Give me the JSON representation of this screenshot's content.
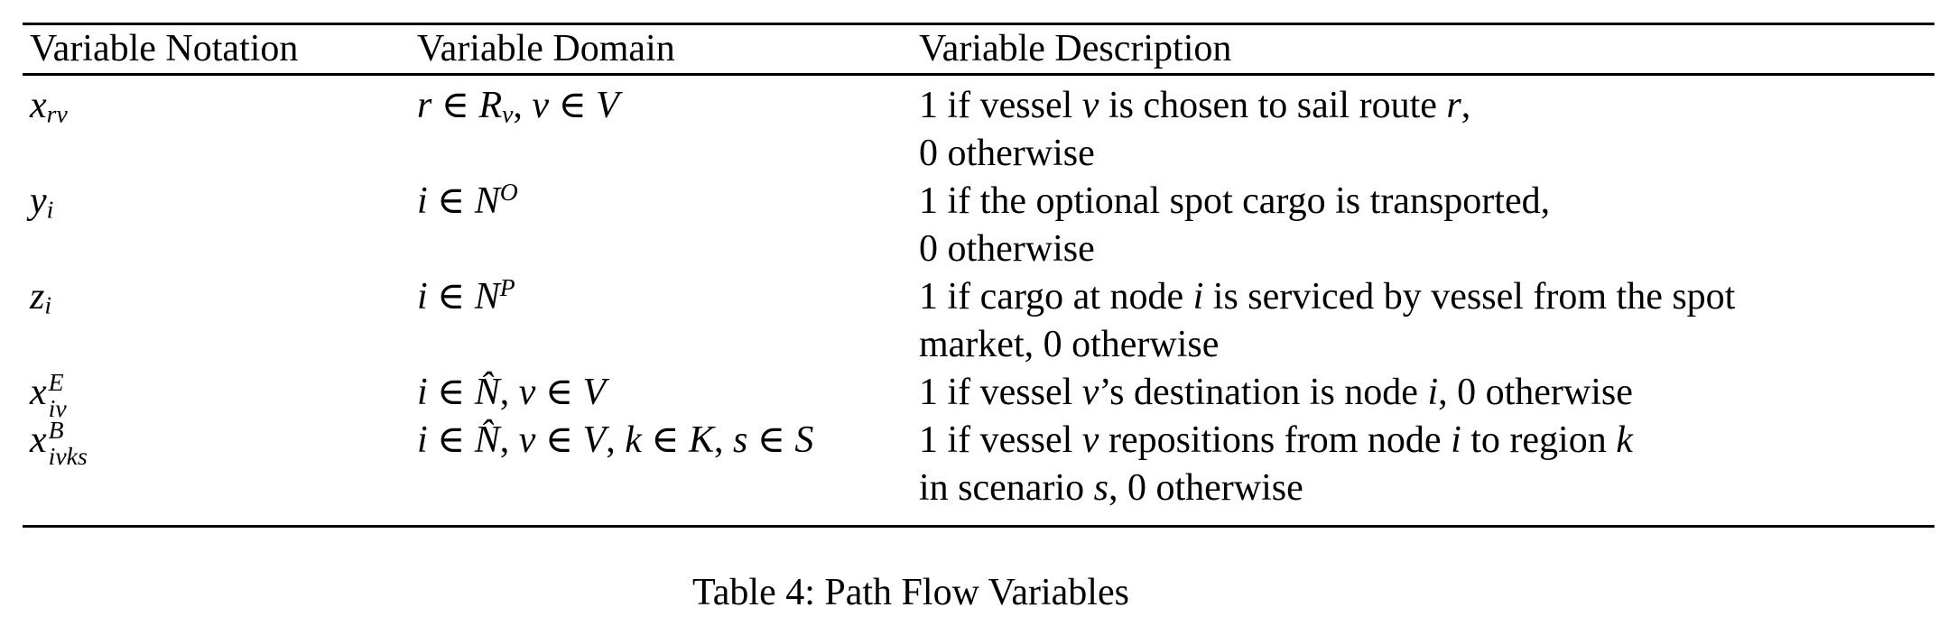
{
  "page": {
    "background_color": "#ffffff",
    "text_color": "#000000"
  },
  "table": {
    "columns": [
      "Variable Notation",
      "Variable Domain",
      "Variable Description"
    ],
    "rows": [
      {
        "notation": "x_rv",
        "notation_html": "<i>x</i><sub><i>rv</i></sub>",
        "domain": "r ∈ R_v, v ∈ V",
        "domain_html": "<i>r</i> ∈ <i class='cal'>R</i><sub><i>v</i></sub>, <i>v</i> ∈ <i class='cal'>V</i>",
        "description": "1 if vessel v is chosen to sail route r, 0 otherwise",
        "description_html": "1 if vessel <i>v</i> is chosen to sail route <i>r</i>,<br>0 otherwise"
      },
      {
        "notation": "y_i",
        "notation_html": "<i>y</i><sub><i>i</i></sub>",
        "domain": "i ∈ N^O",
        "domain_html": "<i>i</i> ∈ <i class='cal'>N</i><sup><i>O</i></sup>",
        "description": "1 if the optional spot cargo is transported, 0 otherwise",
        "description_html": "1 if the optional spot cargo is transported,<br>0 otherwise"
      },
      {
        "notation": "z_i",
        "notation_html": "<i>z</i><sub><i>i</i></sub>",
        "domain": "i ∈ N^P",
        "domain_html": "<i>i</i> ∈ <i class='cal'>N</i><sup><i>P</i></sup>",
        "description": "1 if cargo at node i is serviced by vessel from the spot market, 0 otherwise",
        "description_html": "1 if cargo at node <i>i</i> is serviced by vessel from the spot<br>market, 0 otherwise"
      },
      {
        "notation": "x^E_iv",
        "notation_html": "<i>x</i><span class='ss'><span class='sst'><i>E</i></span><span class='ssb'><i>iv</i></span></span>",
        "domain": "i ∈ N̂, v ∈ V",
        "domain_html": "<i>i</i> ∈ <i class='cal'>N̂</i>, <i>v</i> ∈ <i class='cal'>V</i>",
        "description": "1 if vessel v's destination is node i, 0 otherwise",
        "description_html": "1 if vessel <i>v</i>’s destination is node <i>i</i>, 0 otherwise"
      },
      {
        "notation": "x^B_ivks",
        "notation_html": "<i>x</i><span class='ss'><span class='sst'><i>B</i></span><span class='ssb'><i>ivks</i></span></span>",
        "domain": "i ∈ N̂, v ∈ V, k ∈ K, s ∈ S",
        "domain_html": "<i>i</i> ∈ <i class='cal'>N̂</i>, <i>v</i> ∈ <i class='cal'>V</i>, <i>k</i> ∈ <i class='cal'>K</i>, <i>s</i> ∈ <i class='cal'>S</i>",
        "description": "1 if vessel v repositions from node i to region k in scenario s, 0 otherwise",
        "description_html": "1 if vessel <i>v</i> repositions from node <i>i</i> to region <i>k</i><br>in scenario <i>s</i>, 0 otherwise"
      }
    ]
  },
  "caption": {
    "text": "Table 4: Path Flow Variables"
  }
}
